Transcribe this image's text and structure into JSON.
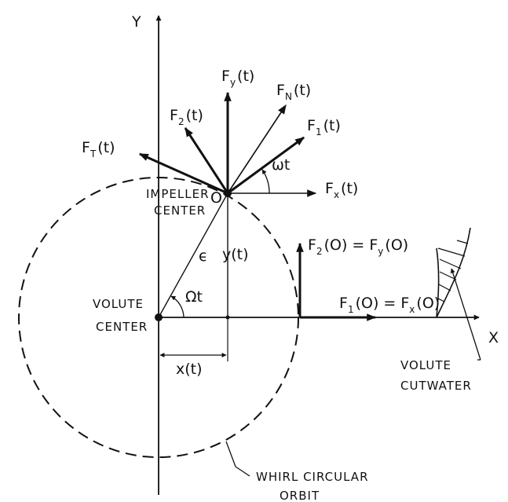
{
  "axes": {
    "x_label": "X",
    "y_label": "Y"
  },
  "forces": {
    "ft": {
      "main": "F",
      "sub": "T",
      "rest": "(t)"
    },
    "f2": {
      "main": "F",
      "sub": "2",
      "rest": "(t)"
    },
    "fy": {
      "main": "F",
      "sub": "y",
      "rest": "(t)"
    },
    "fn": {
      "main": "F",
      "sub": "N",
      "rest": "(t)"
    },
    "f1": {
      "main": "F",
      "sub": "1",
      "rest": "(t)"
    },
    "fx": {
      "main": "F",
      "sub": "x",
      "rest": "(t)"
    }
  },
  "static_forces": {
    "f2_0": {
      "main": "F",
      "sub": "2",
      "mid": "(O) = F",
      "sub2": "y",
      "rest": "(O)"
    },
    "f1_0": {
      "main": "F",
      "sub": "1",
      "mid": "(O) = F",
      "sub2": "x",
      "rest": "(O)"
    }
  },
  "labels": {
    "origin": "O",
    "impeller_line1": "IMPELLER",
    "impeller_line2": "CENTER",
    "volute_line1": "VOLUTE",
    "volute_line2": "CENTER",
    "cutwater_line1": "VOLUTE",
    "cutwater_line2": "CUTWATER",
    "orbit_line1": "WHIRL  CIRCULAR",
    "orbit_line2": "ORBIT",
    "omega_t": "ωt",
    "Omega_t": "Ωt",
    "epsilon": "ϵ",
    "yt": "y(t)",
    "xt": "x(t)"
  },
  "colors": {
    "ink": "#111111",
    "background": "#ffffff"
  }
}
